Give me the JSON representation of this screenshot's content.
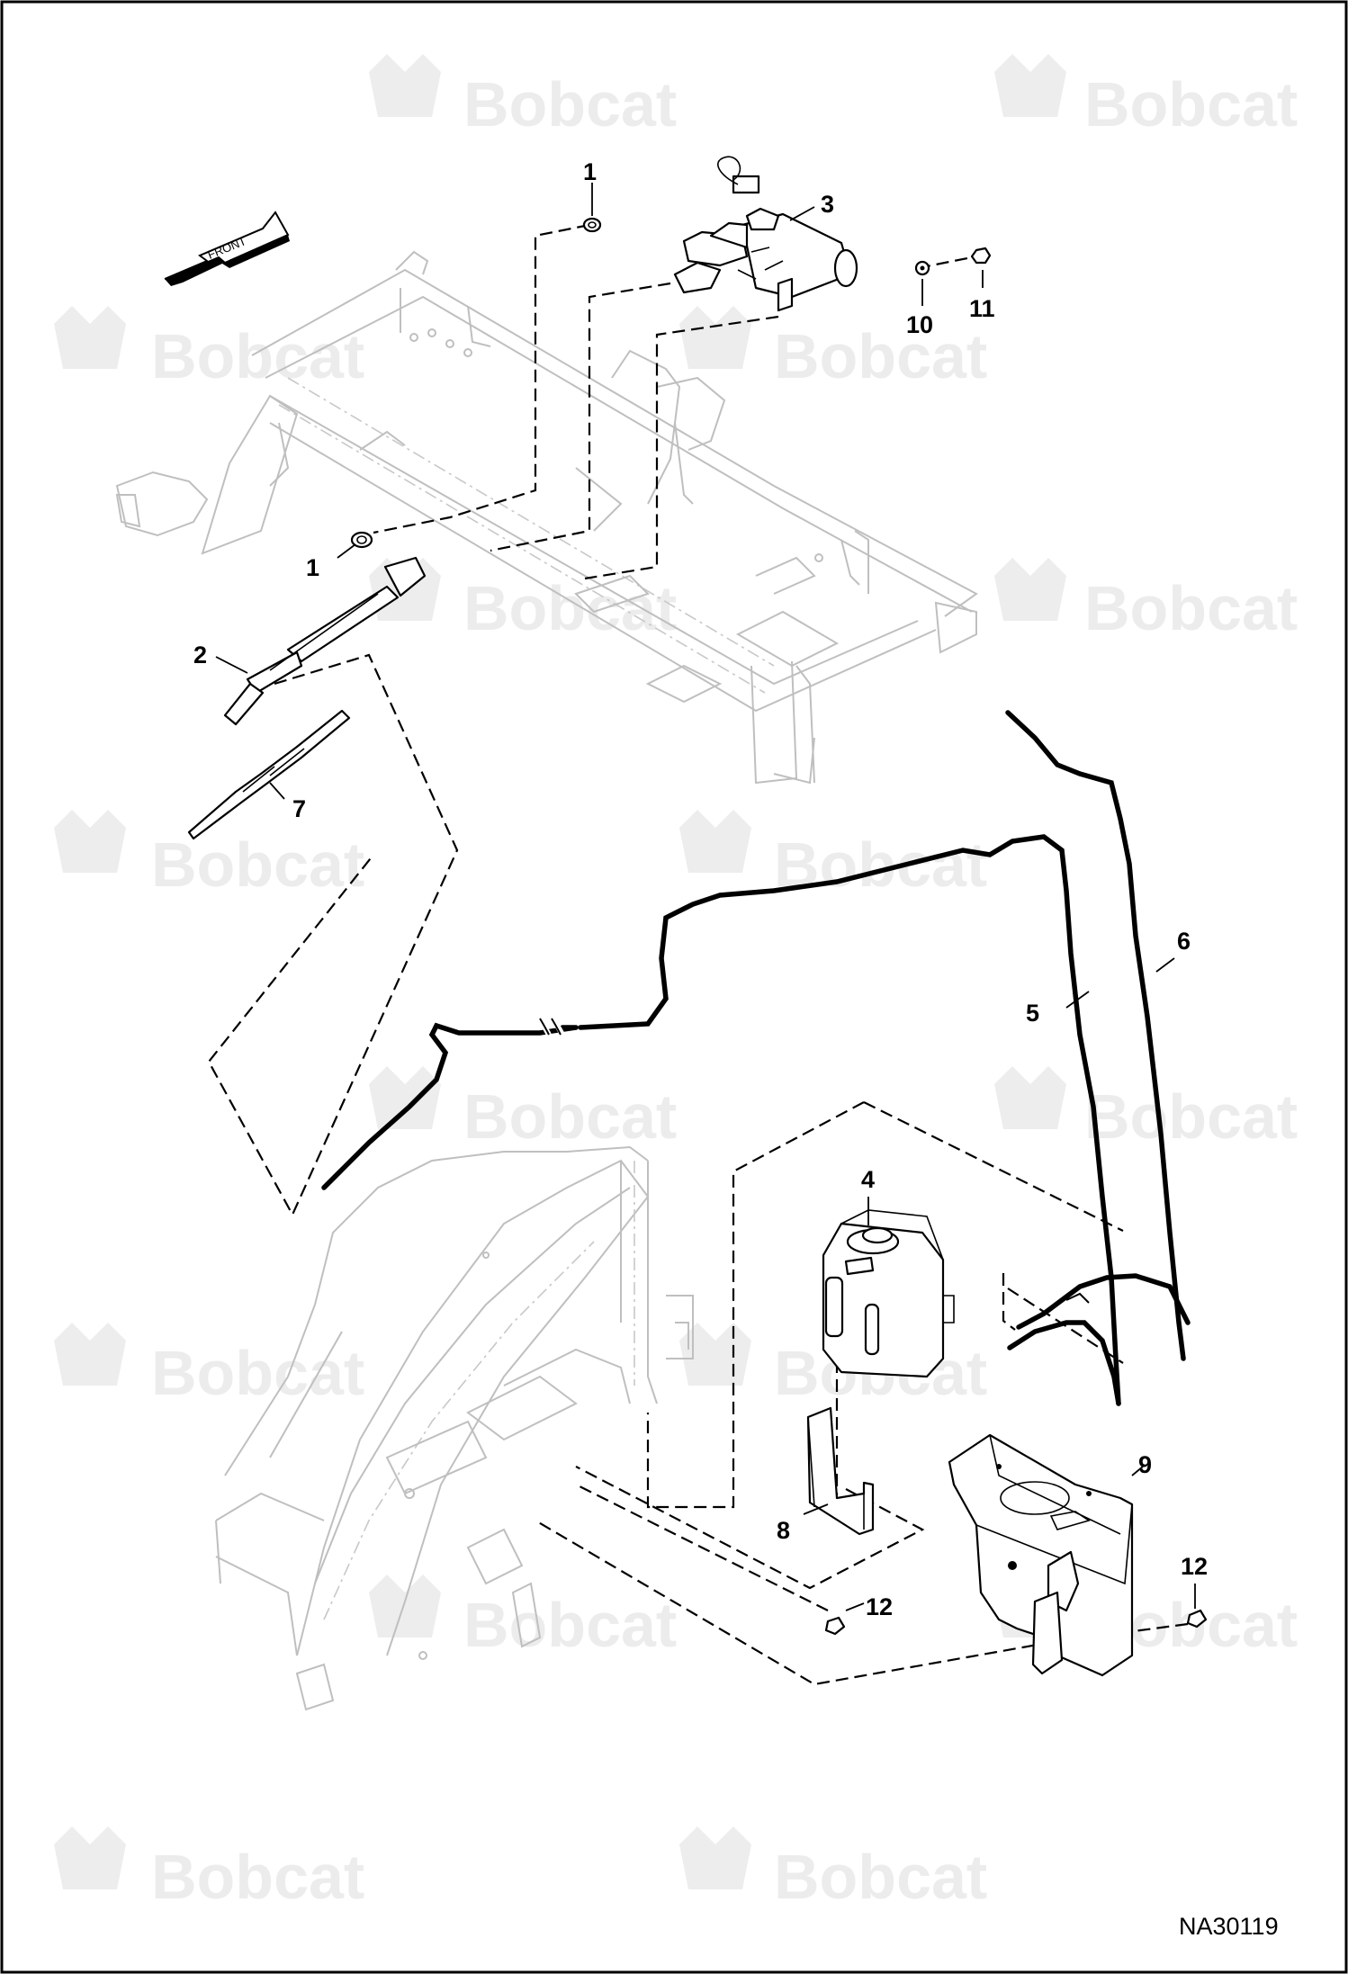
{
  "watermark": {
    "brand": "Bobcat"
  },
  "front_arrow": {
    "label": "FRONT"
  },
  "callouts": {
    "c1_top": "1",
    "c1_left": "1",
    "c2": "2",
    "c3": "3",
    "c4": "4",
    "c5": "5",
    "c6": "6",
    "c7": "7",
    "c8": "8",
    "c9": "9",
    "c10": "10",
    "c11": "11",
    "c12_left": "12",
    "c12_right": "12"
  },
  "drawing_code": "NA30119",
  "colors": {
    "line": "#000000",
    "frame_line": "#bfbfbf",
    "watermark": "#ececec",
    "border": "#000000"
  }
}
